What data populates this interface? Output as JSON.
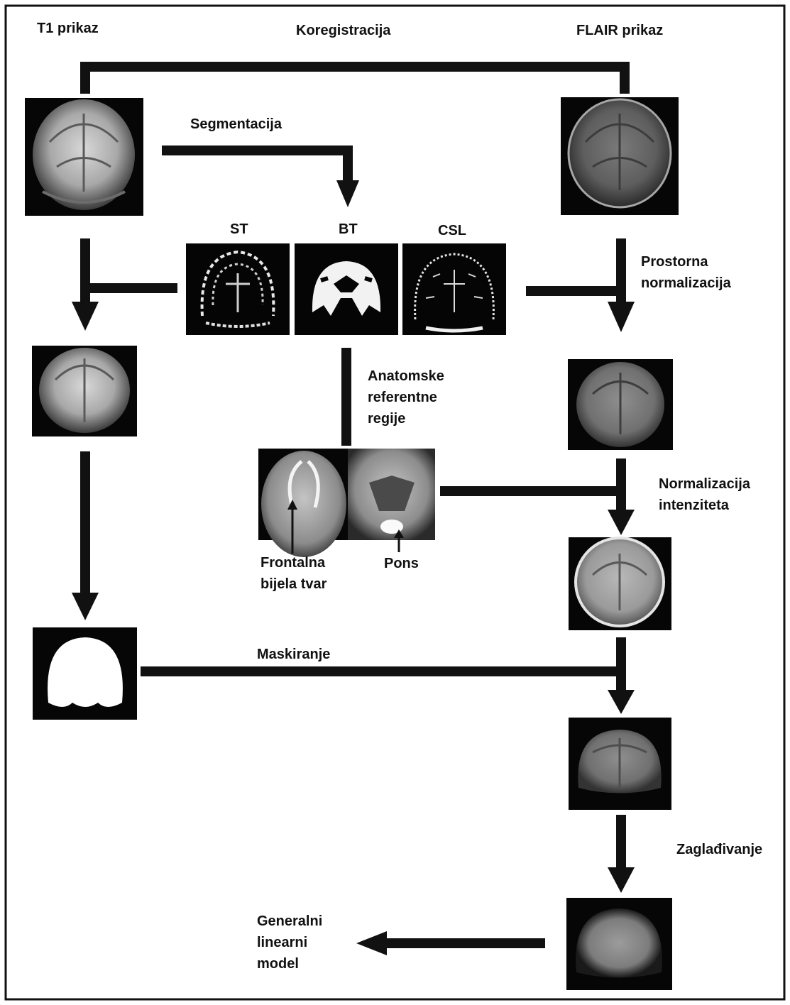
{
  "diagram": {
    "columns": {
      "t1": "T1 prikaz",
      "coreg": "Koregistracija",
      "flair": "FLAIR prikaz"
    },
    "steps": {
      "segmentation": "Segmentacija",
      "spatial_norm": [
        "Prostorna",
        "normalizacija"
      ],
      "anat_ref": [
        "Anatomske",
        "referentne",
        "regije"
      ],
      "intensity_norm": [
        "Normalizacija",
        "intenziteta"
      ],
      "masking": "Maskiranje",
      "smoothing": "Zaglađivanje",
      "glm": [
        "Generalni",
        "linearni",
        "model"
      ]
    },
    "tissues": {
      "st": "ST",
      "bt": "BT",
      "csl": "CSL"
    },
    "reference_regions": {
      "frontal_wm": [
        "Frontalna",
        "bijela tvar"
      ],
      "pons": "Pons"
    },
    "colors": {
      "line": "#111111",
      "scan_bg": "#050505",
      "page": "#ffffff"
    }
  }
}
